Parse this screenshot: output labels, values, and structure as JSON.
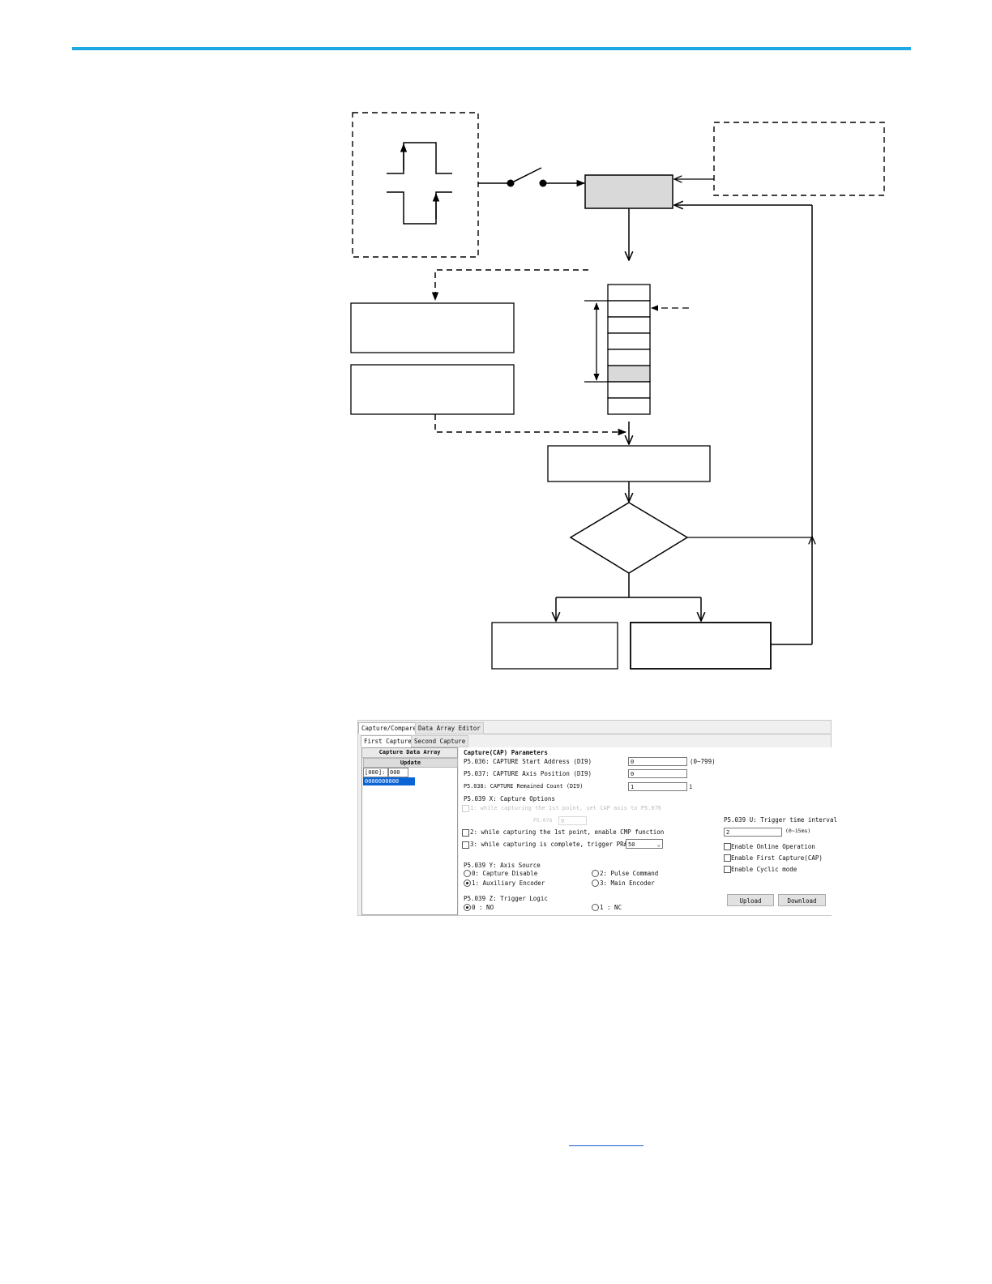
{
  "page": {
    "accent_color": "#1ea7e0",
    "link_color": "#1a5bd6"
  },
  "software": {
    "tabs_top": [
      "Capture/Compare",
      "Data Array Editor"
    ],
    "tabs_sub": [
      "First Capture",
      "Second Capture"
    ],
    "left_pane": {
      "header": "Capture Data Array",
      "update_label": "Update",
      "row": {
        "index": "[000]:",
        "value": "000",
        "data": "0000000000"
      }
    },
    "params": {
      "title": "Capture(CAP) Parameters",
      "start_address_label": "P5.036: CAPTURE Start Address (DI9)",
      "start_address_value": "0",
      "start_address_range": "(0~799)",
      "axis_position_label": "P5.037: CAPTURE Axis Position (DI9)",
      "axis_position_value": "0",
      "remained_count_label": "P5.038: CAPTURE Remained Count (DI9)",
      "remained_count_value": "1",
      "remained_count_suffix": "i"
    },
    "options": {
      "title": "P5.039 X: Capture Options",
      "opt1": "1: while capturing the 1st point, set CAP axis to P5.076",
      "p5076_label": "P5.076",
      "p5076_value": "0",
      "opt2": "2: while capturing the 1st point, enable CMP function",
      "opt3": "3: while capturing is complete, trigger PR#",
      "pr_value": "50"
    },
    "axis_source": {
      "title": "P5.039 Y: Axis Source",
      "o0": "0: Capture Disable",
      "o1": "1: Auxiliary Encoder",
      "o2": "2: Pulse Command",
      "o3": "3: Main Encoder",
      "selected": "1: Auxiliary Encoder"
    },
    "trigger_logic": {
      "title": "P5.039 Z: Trigger Logic",
      "no": "0 : NO",
      "nc": "1 : NC",
      "selected": "0 : NO"
    },
    "trigger_interval": {
      "title": "P5.039 U: Trigger time interval",
      "value": "2",
      "unit": "(0~15ms)"
    },
    "checks": {
      "online": "Enable Online Operation",
      "first_capture": "Enable First Capture(CAP)",
      "cyclic": "Enable Cyclic mode"
    },
    "buttons": {
      "upload": "Upload",
      "download": "Download"
    }
  }
}
